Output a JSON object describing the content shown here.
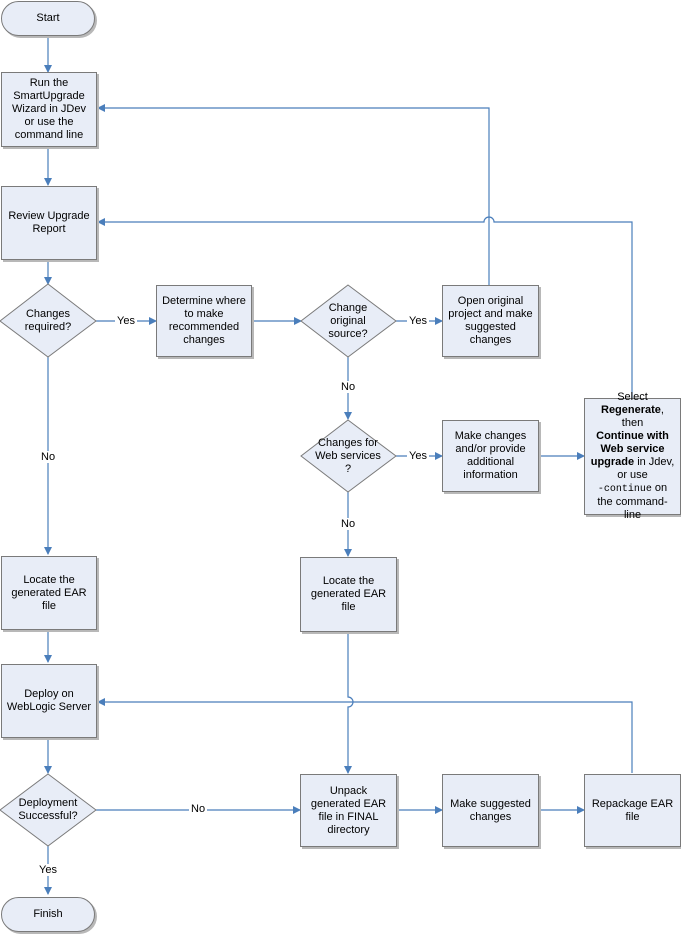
{
  "colors": {
    "connector": "#4a7ebb",
    "node_fill": "#e8edf7",
    "node_border": "#7a7a7a"
  },
  "nodes": {
    "start": "Start",
    "run_wizard": "Run the SmartUpgrade Wizard in JDev or use the command line",
    "review_report": "Review Upgrade Report",
    "changes_required": "Changes required?",
    "determine_where": "Determine where to make recommended changes",
    "change_original_source": "Change original source?",
    "open_original": "Open original project and make suggested changes",
    "changes_web_services": "Changes for Web services ?",
    "make_changes_provide": "Make changes and/or provide additional information",
    "select_regenerate": {
      "t1": "Select",
      "t2": "Regenerate",
      "t3": ", then",
      "t4": "Continue with Web service upgrade",
      "t5": "in Jdev, or use",
      "t6": "-continue",
      "t7": "on the command-line"
    },
    "locate_ear_left": "Locate the generated EAR file",
    "locate_ear_mid": "Locate the generated EAR file",
    "deploy": "Deploy on WebLogic Server",
    "deployment_successful": "Deployment Successful?",
    "unpack": "Unpack generated EAR file in FINAL directory",
    "make_suggested": "Make suggested changes",
    "repackage": "Repackage EAR file",
    "finish": "Finish"
  },
  "edge_labels": {
    "yes_changes_required": "Yes",
    "no_changes_required": "No",
    "yes_change_source": "Yes",
    "no_change_source": "No",
    "yes_web_services": "Yes",
    "no_web_services": "No",
    "no_deployment": "No",
    "yes_deployment": "Yes"
  }
}
